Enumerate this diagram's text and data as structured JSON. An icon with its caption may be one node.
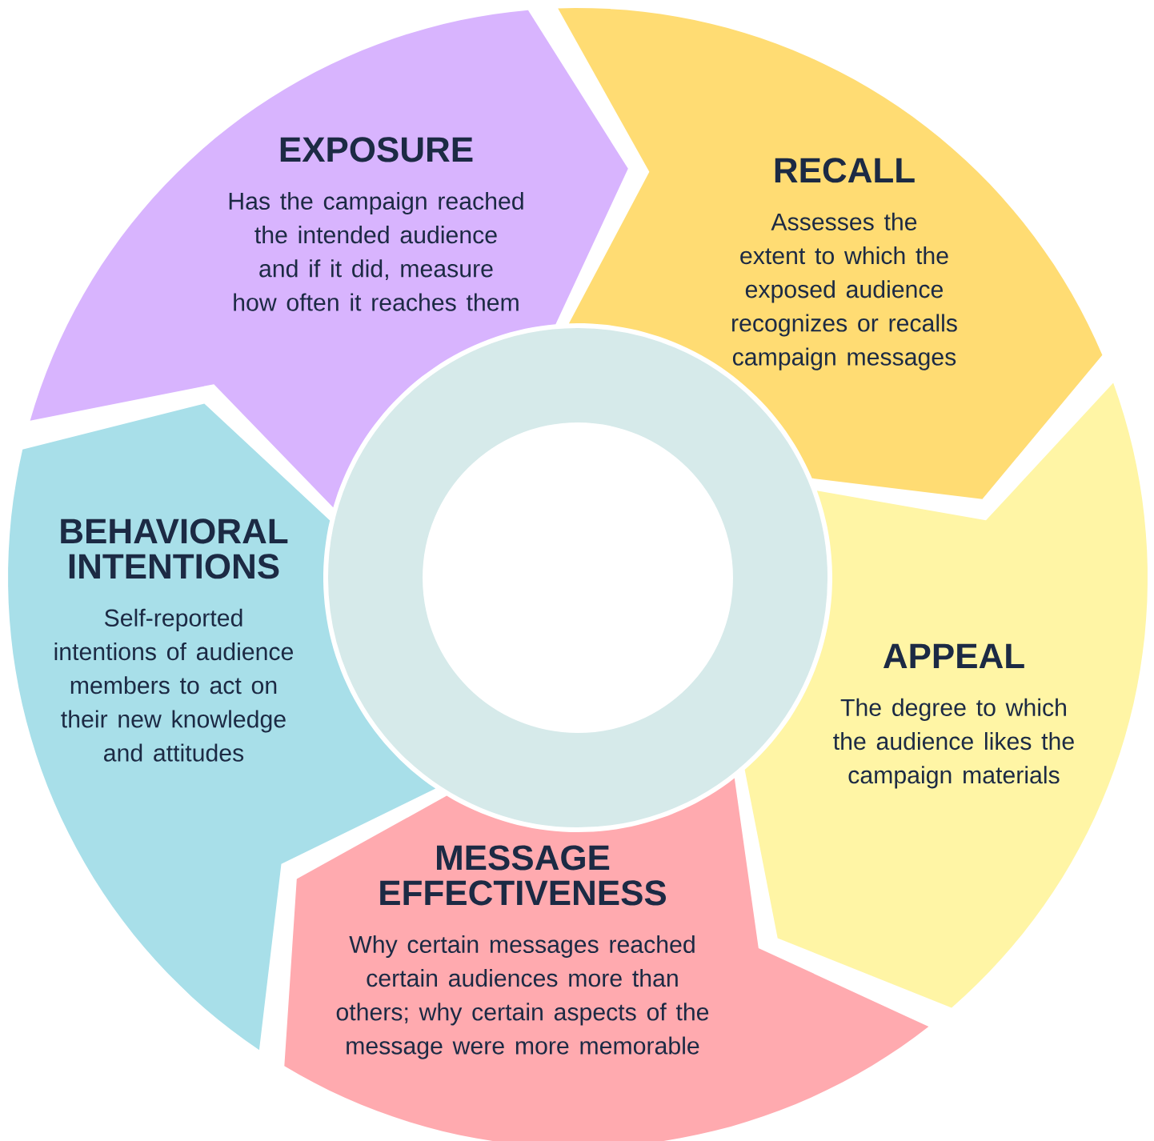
{
  "diagram": {
    "nodes": [
      {
        "text": [
          "EXPOSURE",
          "Has the campaign reached the intended audience and if it did, measure how often it reaches them"
        ]
      },
      {
        "text": [
          "RECALL",
          "Assesses the extent to which the exposed audience recognizes or recalls campaign messages"
        ]
      },
      {
        "text": [
          "APPEAL",
          "The degree to which the audience likes the campaign materials"
        ]
      },
      {
        "text": [
          "MESSAGE EFFECTIVENESS",
          "Why certain messages reached certain audiences more than others; why certain aspects of the message were more memorable"
        ]
      },
      {
        "text": [
          "BEHAVIORAL INTENTIONS",
          "Self-reported intentions of audience members to act on their new knowledge and attitudes"
        ]
      },
      {
        "text": [],
        "shape": "circle"
      }
    ]
  }
}
